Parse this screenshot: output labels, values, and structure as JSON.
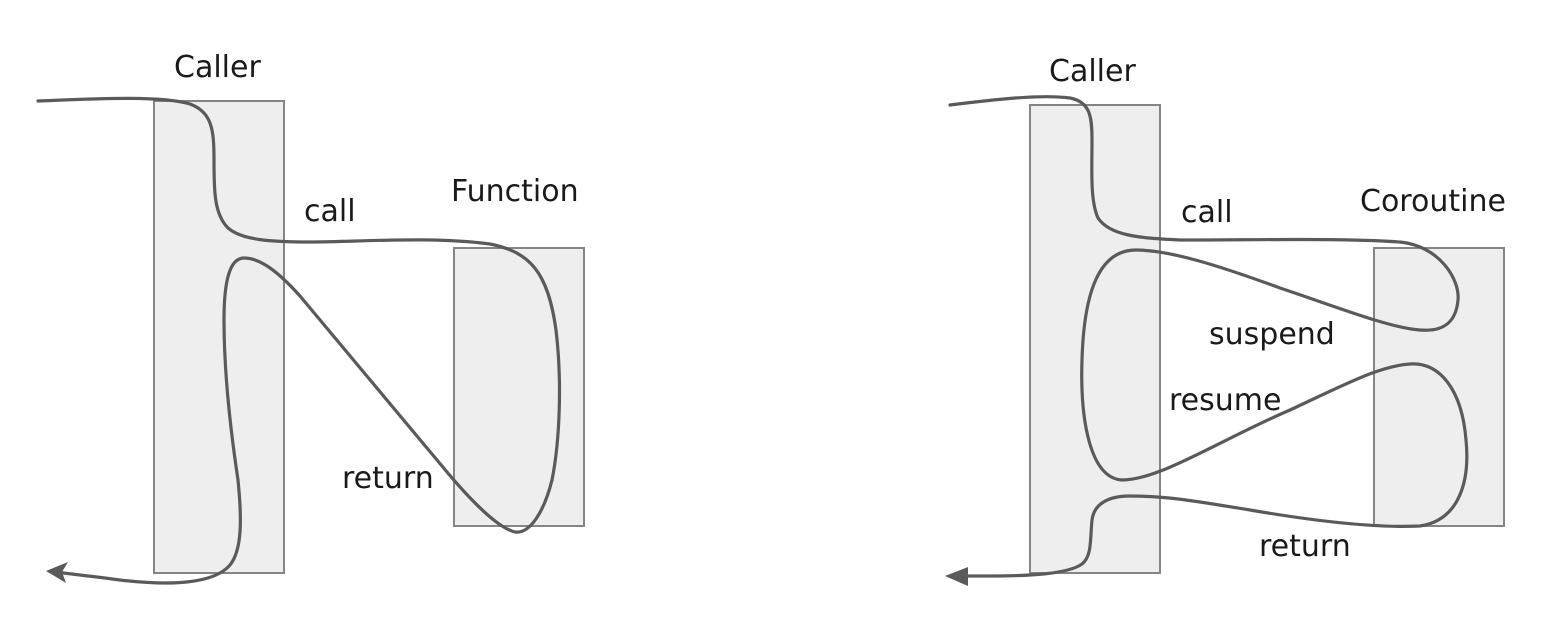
{
  "left_diagram": {
    "caller_label": "Caller",
    "callee_label": "Function",
    "call_label": "call",
    "return_label": "return"
  },
  "right_diagram": {
    "caller_label": "Caller",
    "callee_label": "Coroutine",
    "call_label": "call",
    "suspend_label": "suspend",
    "resume_label": "resume",
    "return_label": "return"
  },
  "colors": {
    "box_fill": "#eeeeee",
    "box_stroke": "#858585",
    "line": "#5a5a5a",
    "text": "#1a1a1a"
  }
}
